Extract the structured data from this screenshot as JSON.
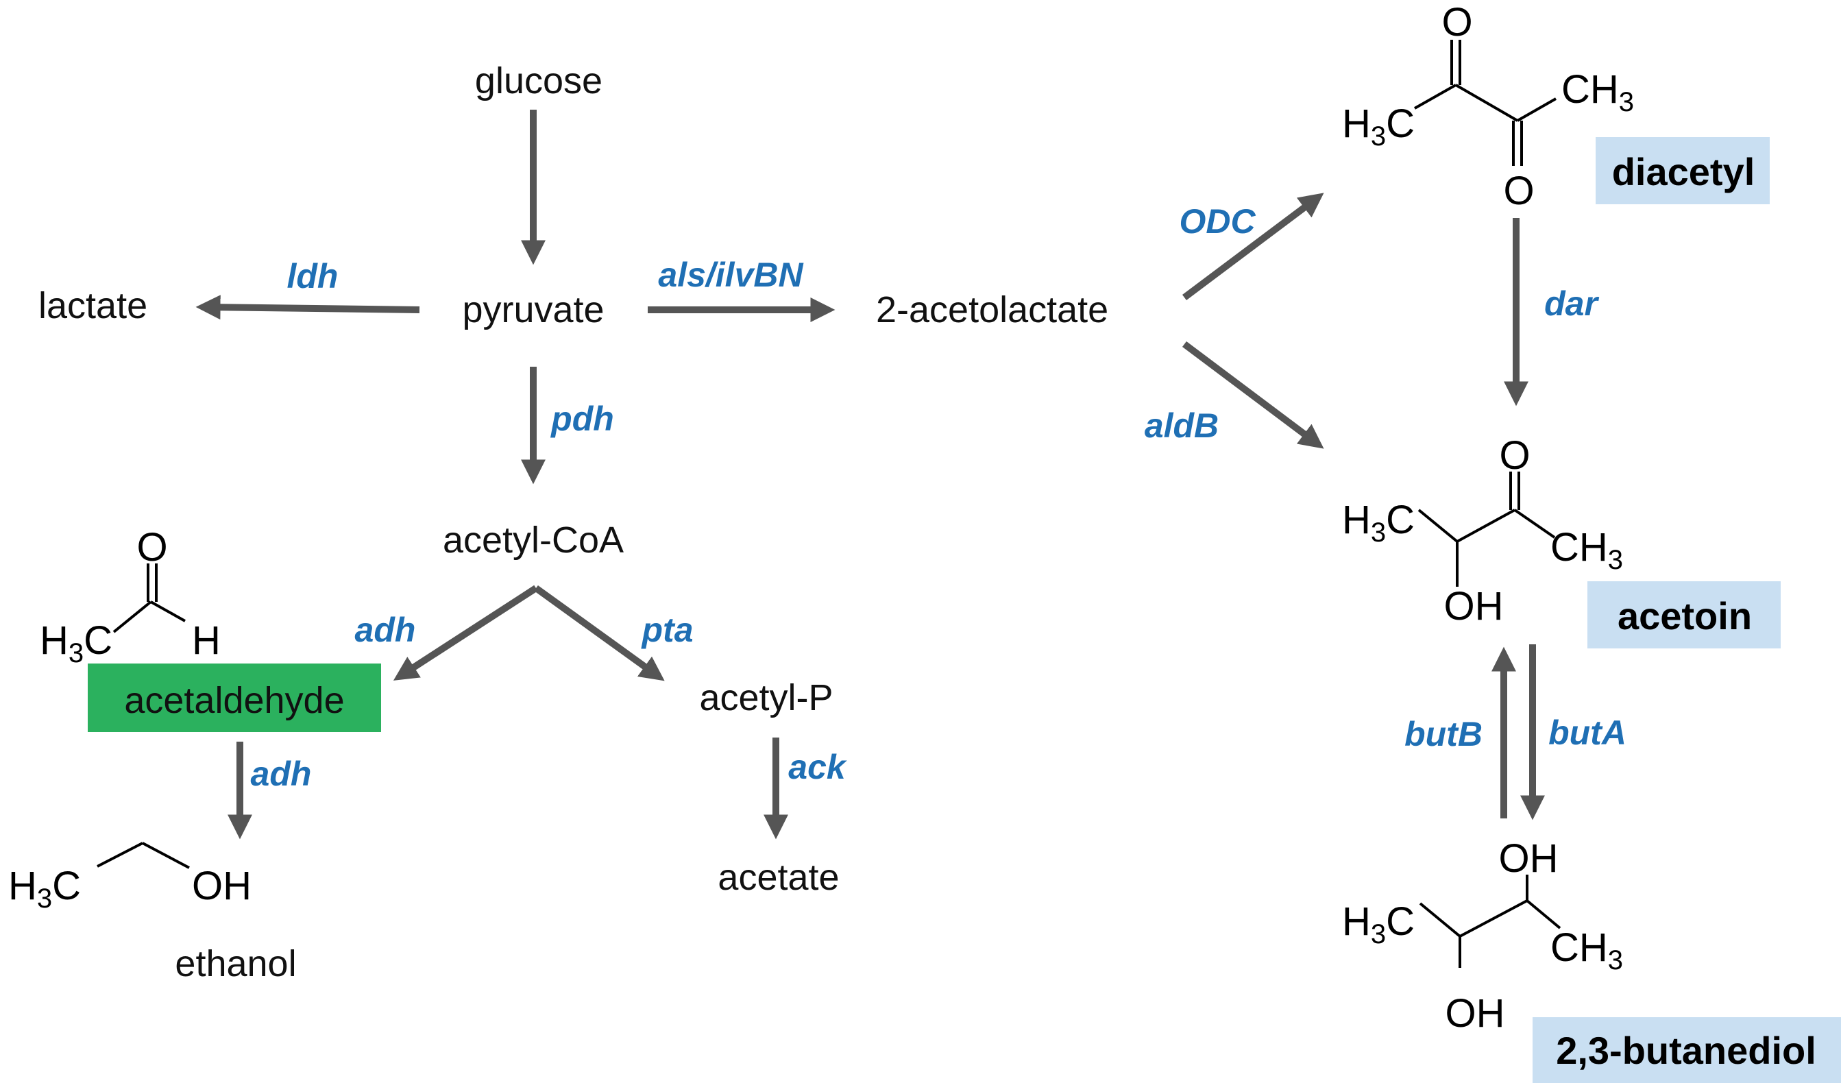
{
  "metabolites": {
    "glucose": "glucose",
    "pyruvate": "pyruvate",
    "lactate": "lactate",
    "acetolactate": "2-acetolactate",
    "acetyl_coa": "acetyl-CoA",
    "acetyl_p": "acetyl-P",
    "acetate": "acetate",
    "acetaldehyde": "acetaldehyde",
    "ethanol": "ethanol"
  },
  "enzymes": {
    "ldh": "ldh",
    "als": "als/ilvBN",
    "pdh": "pdh",
    "adh_1": "adh",
    "pta": "pta",
    "adh_2": "adh",
    "ack": "ack",
    "odc": "ODC",
    "aldb": "aldB",
    "dar": "dar",
    "butb": "butB",
    "buta": "butA"
  },
  "products": {
    "diacetyl": "diacetyl",
    "acetoin": "acetoin",
    "butanediol": "2,3-butanediol"
  },
  "atoms": {
    "O": "O",
    "H": "H",
    "OH": "OH",
    "H3C_main": "H",
    "H3C_num": "3",
    "H3C_tail": "C",
    "CH3_main": "CH",
    "CH3_num": "3"
  },
  "colors": {
    "enzyme": "#1f6fb4",
    "arrow": "#555555",
    "acetaldehyde_box": "#2bb15e",
    "product_box": "#c9dff2"
  }
}
